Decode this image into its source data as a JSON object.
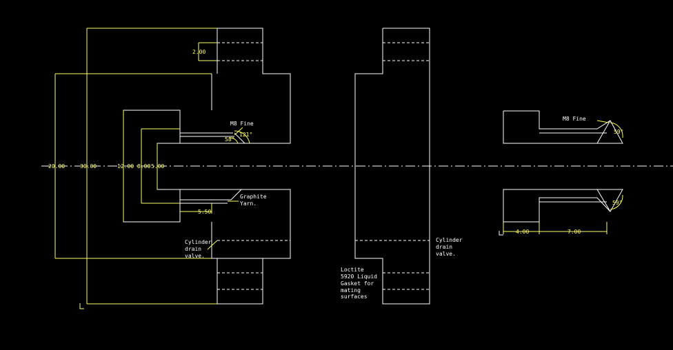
{
  "colors": {
    "background": "#000000",
    "geometry": "#ffffff",
    "dimension": "#ffff66"
  },
  "dimensions": {
    "d_2_00": "2.00",
    "d_20_00": "20.00",
    "d_30_00": "30.00",
    "d_12_00": "12.00",
    "d_8_00": "8.00",
    "d_5_00": "5.00",
    "d_5_50": "5.50",
    "d_4_00": "4.00",
    "d_7_00": "7.00",
    "ang_121": "121°",
    "ang_58": "58°",
    "ang_59_top": "59°",
    "ang_59_bottom": "59°"
  },
  "notes": {
    "m8_fine_left": "M8 Fine",
    "m8_fine_right": "M8 Fine",
    "graphite": [
      "Graphite",
      "Yarn."
    ],
    "drain_left": [
      "Cylinder",
      "drain",
      "valve."
    ],
    "drain_middle": [
      "Cylinder",
      "drain",
      "valve."
    ],
    "loctite": [
      "Loctite",
      "5920 Liquid",
      "Gasket for",
      "mating",
      "surfaces"
    ]
  }
}
